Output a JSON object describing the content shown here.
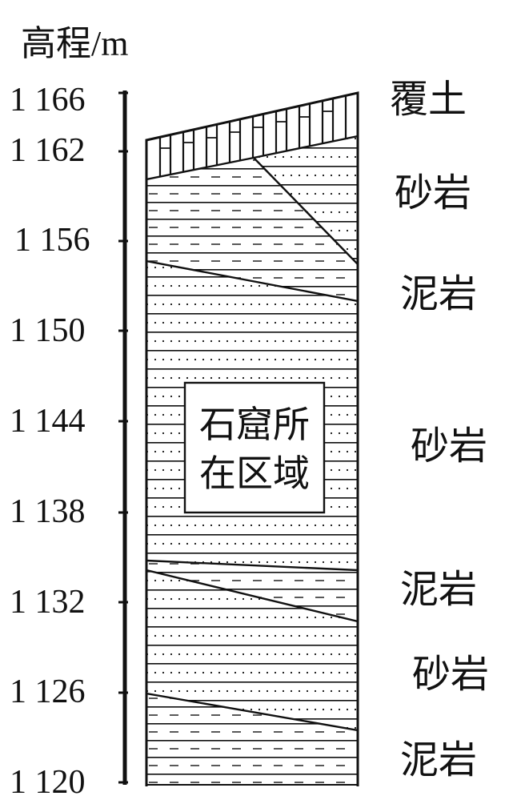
{
  "axis": {
    "label": "高程/m",
    "ticks": [
      "1 166",
      "1 162",
      "1 156",
      "1 150",
      "1 144",
      "1 138",
      "1 132",
      "1 126",
      "1 120"
    ]
  },
  "layer_labels": {
    "l1": "覆土",
    "l2": "砂岩",
    "l3": "泥岩",
    "l4": "砂岩",
    "l5": "泥岩",
    "l6": "砂岩",
    "l7": "泥岩"
  },
  "callout": {
    "line1": "石窟所",
    "line2": "在区域"
  },
  "colors": {
    "ink": "#111111",
    "background": "#ffffff"
  }
}
